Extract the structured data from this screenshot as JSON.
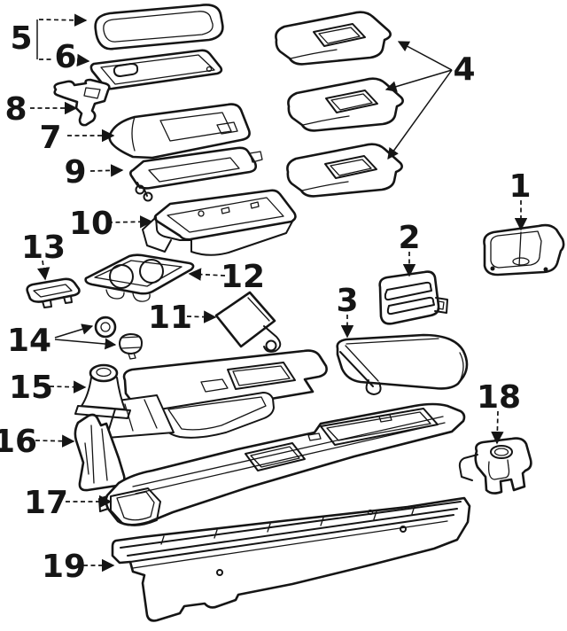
{
  "diagram": {
    "kind": "exploded-parts-diagram",
    "colors": {
      "line": "#151515",
      "background": "#ffffff"
    },
    "callouts": {
      "n1": {
        "label": "1"
      },
      "n2": {
        "label": "2"
      },
      "n3": {
        "label": "3"
      },
      "n4": {
        "label": "4"
      },
      "n5": {
        "label": "5"
      },
      "n6": {
        "label": "6"
      },
      "n7": {
        "label": "7"
      },
      "n8": {
        "label": "8"
      },
      "n9": {
        "label": "9"
      },
      "n10": {
        "label": "10"
      },
      "n11": {
        "label": "11"
      },
      "n12": {
        "label": "12"
      },
      "n13": {
        "label": "13"
      },
      "n14": {
        "label": "14"
      },
      "n15": {
        "label": "15"
      },
      "n16": {
        "label": "16"
      },
      "n17": {
        "label": "17"
      },
      "n18": {
        "label": "18"
      },
      "n19": {
        "label": "19"
      }
    }
  }
}
